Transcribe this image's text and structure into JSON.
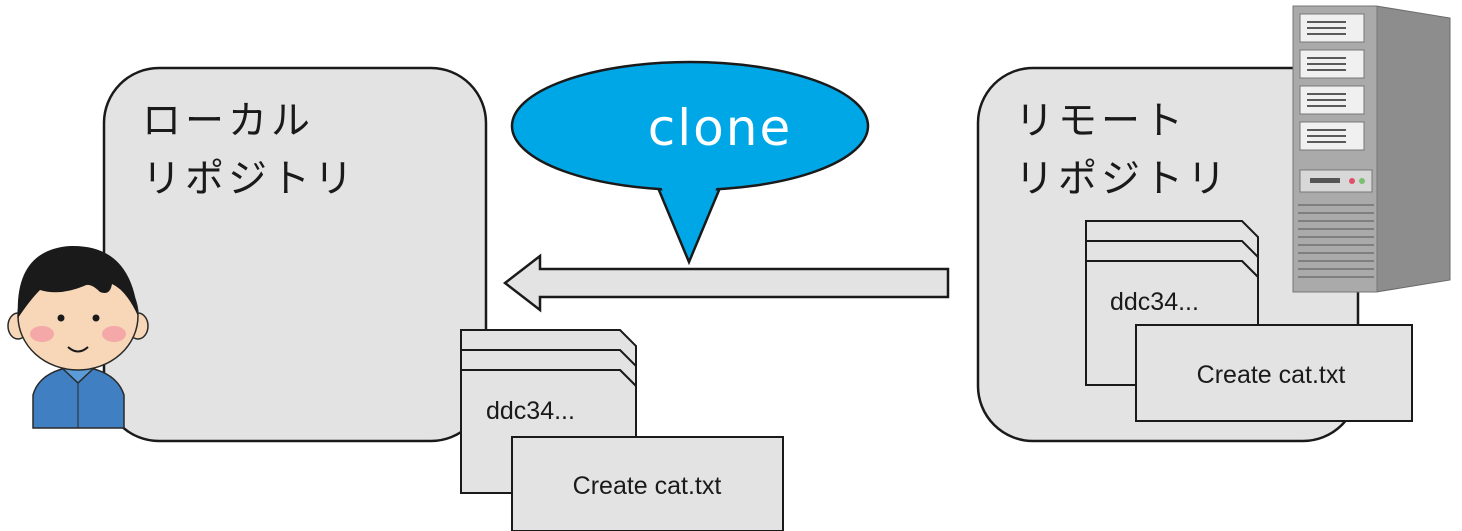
{
  "local_repo": {
    "label_line1": "ローカル",
    "label_line2": "リポジトリ"
  },
  "remote_repo": {
    "label_line1": "リモート",
    "label_line2": "リポジトリ"
  },
  "operation": {
    "label": "clone",
    "color": "#00A7E6"
  },
  "local_commits": {
    "hash": "ddc34...",
    "message": "Create cat.txt"
  },
  "remote_commits": {
    "hash": "ddc34...",
    "message": "Create cat.txt"
  },
  "colors": {
    "box_fill": "#E3E3E3",
    "stroke": "#1a1a1a"
  }
}
